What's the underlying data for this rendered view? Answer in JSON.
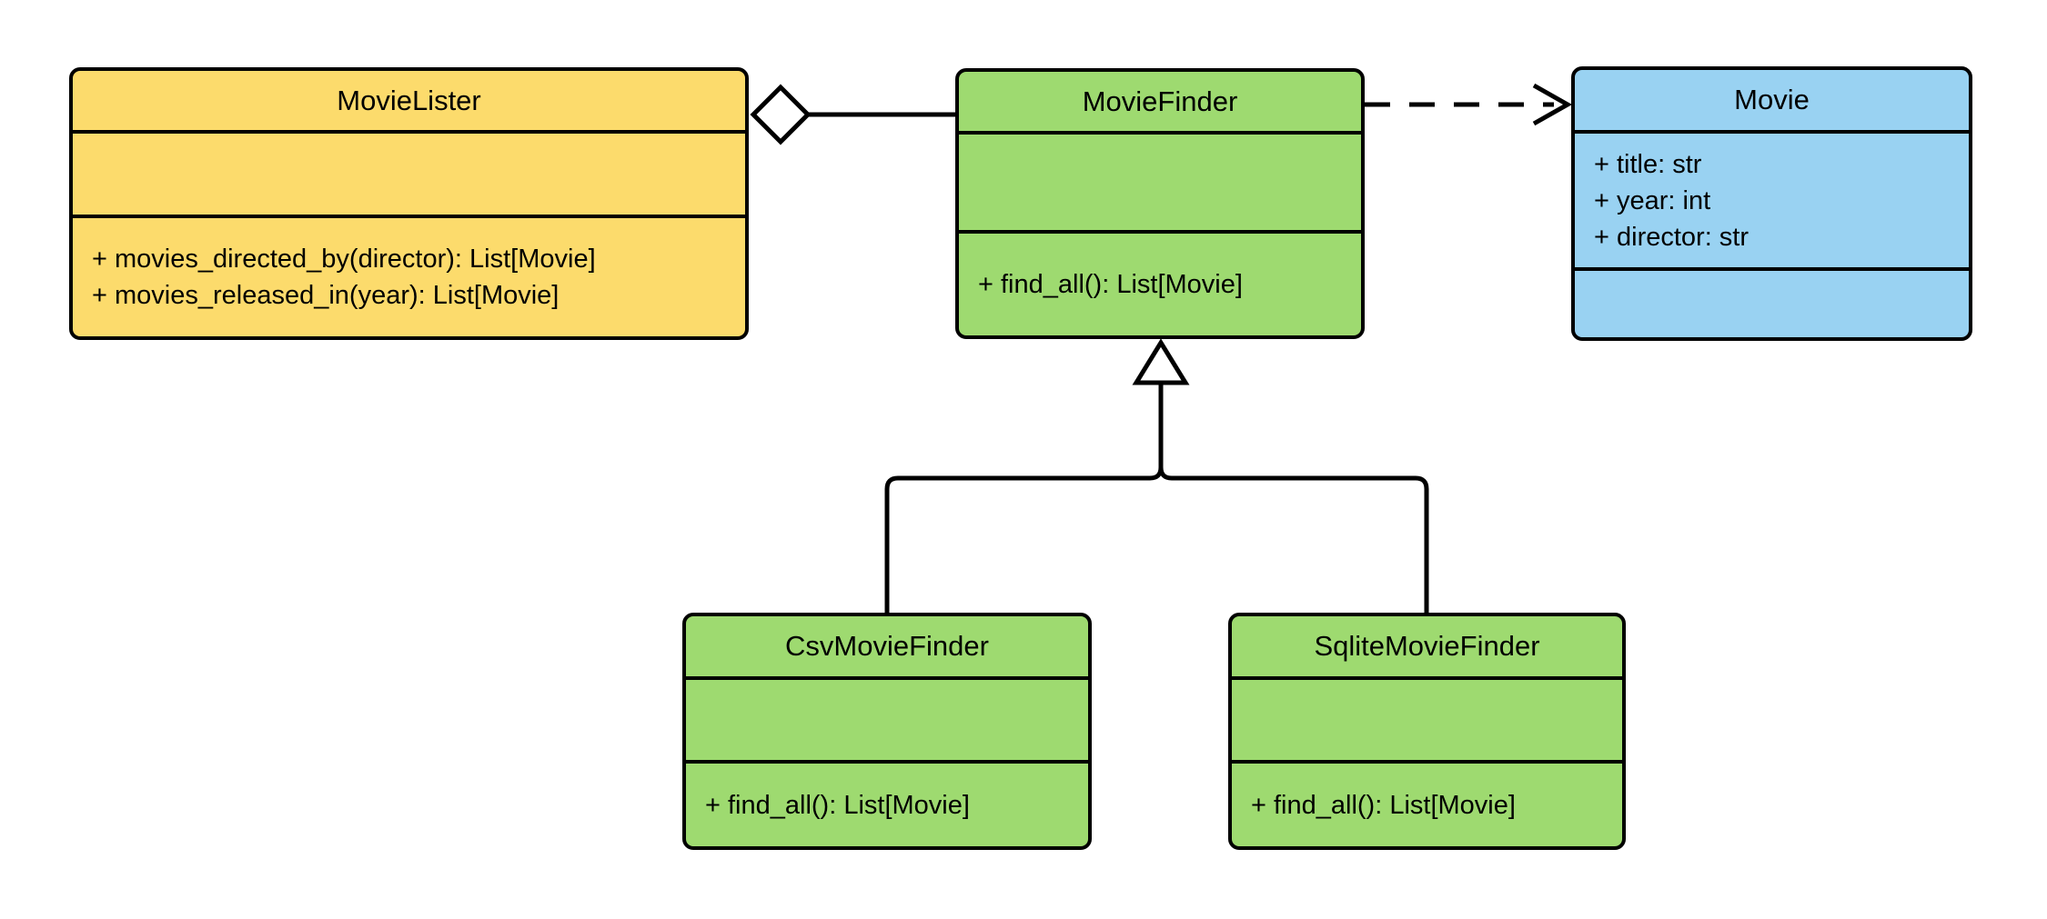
{
  "canvas": {
    "background": "#ffffff",
    "stroke_color": "#000000"
  },
  "colors": {
    "yellow_fill": "#FCDB6C",
    "green_fill": "#9EDA70",
    "blue_fill": "#99D2F2"
  },
  "classes": {
    "movieLister": {
      "name": "MovieLister",
      "fill": "#FCDB6C",
      "attributes": [],
      "methods": [
        "+ movies_directed_by(director): List[Movie]",
        "+ movies_released_in(year): List[Movie]"
      ]
    },
    "movieFinder": {
      "name": "MovieFinder",
      "fill": "#9EDA70",
      "attributes": [],
      "methods": [
        "+ find_all(): List[Movie]"
      ]
    },
    "movie": {
      "name": "Movie",
      "fill": "#99D2F2",
      "attributes": [
        "+ title: str",
        "+ year: int",
        "+ director: str"
      ],
      "methods": []
    },
    "csvMovieFinder": {
      "name": "CsvMovieFinder",
      "fill": "#9EDA70",
      "attributes": [],
      "methods": [
        "+ find_all(): List[Movie]"
      ]
    },
    "sqliteMovieFinder": {
      "name": "SqliteMovieFinder",
      "fill": "#9EDA70",
      "attributes": [],
      "methods": [
        "+ find_all(): List[Movie]"
      ]
    }
  },
  "relationships": [
    {
      "type": "aggregation",
      "owner": "MovieLister",
      "part": "MovieFinder",
      "marker": "hollow-diamond",
      "line": "solid"
    },
    {
      "type": "dependency",
      "from": "MovieFinder",
      "to": "Movie",
      "marker": "open-arrow",
      "line": "dashed"
    },
    {
      "type": "inheritance",
      "child": "CsvMovieFinder",
      "parent": "MovieFinder",
      "marker": "hollow-triangle",
      "line": "solid"
    },
    {
      "type": "inheritance",
      "child": "SqliteMovieFinder",
      "parent": "MovieFinder",
      "marker": "hollow-triangle",
      "line": "solid"
    }
  ]
}
